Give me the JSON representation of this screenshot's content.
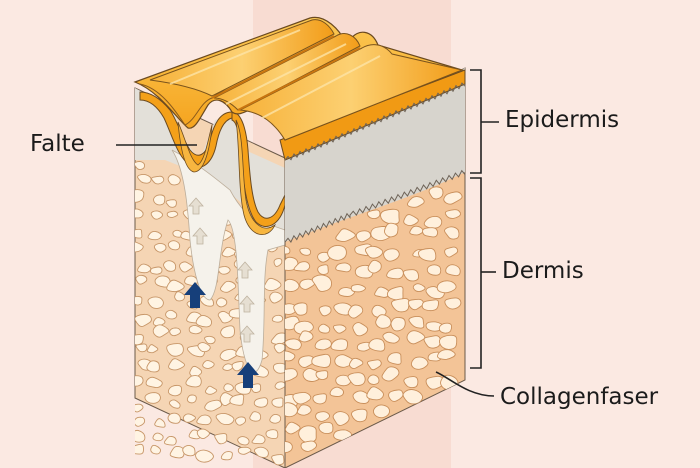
{
  "labels": {
    "falte": "Falte",
    "epidermis": "Epidermis",
    "dermis": "Dermis",
    "collagen": "Collagenfaser"
  },
  "colors": {
    "background": "#fbe9e2",
    "band": "#f8dcd2",
    "surface_orange": "#f5a51c",
    "surface_light": "#fbc64c",
    "epidermis_gray": "#d9d6cf",
    "dermis_peach": "#f5cfa6",
    "dermis_side": "#f3c497",
    "fiber_cream": "#fff3e0",
    "wrinkle_white": "#f4f1ea",
    "arrow_blue": "#163f7a"
  },
  "icons": {
    "push_arrow": "arrow-up-icon",
    "faded_arrow": "arrow-up-faded-icon"
  }
}
